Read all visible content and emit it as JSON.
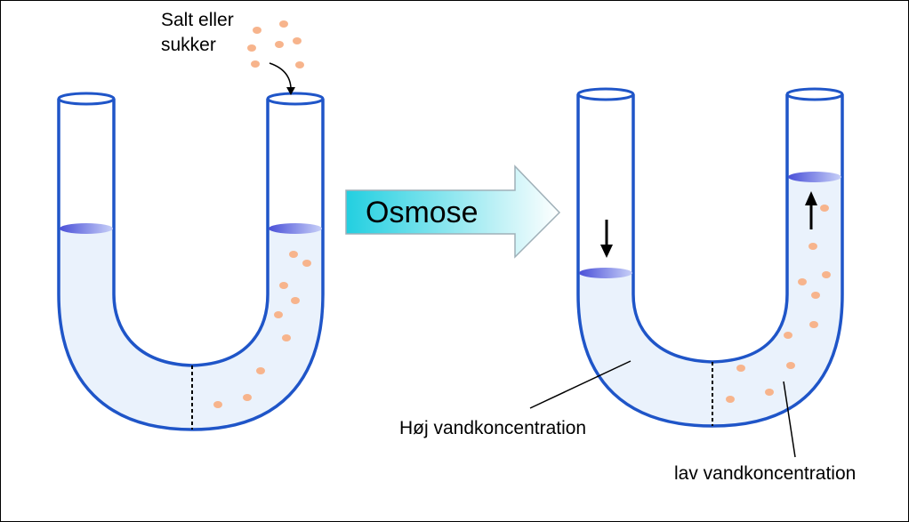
{
  "labels": {
    "solute_line1": "Salt eller",
    "solute_line2": "sukker",
    "process": "Osmose",
    "high_water": "Høj vandkoncentration",
    "low_water": "lav vandkoncentration"
  },
  "colors": {
    "tube_outline": "#1f55c8",
    "liquid": "#eaf2fc",
    "surface": "#6a6ee6",
    "particle": "#f7b48c",
    "arrow_fill_light": "#ffffff",
    "arrow_fill_dark": "#22cfe0"
  },
  "icons": {
    "process_arrow": "right-block-arrow",
    "level_down": "down-arrow",
    "level_up": "up-arrow",
    "membrane": "dashed-line"
  }
}
